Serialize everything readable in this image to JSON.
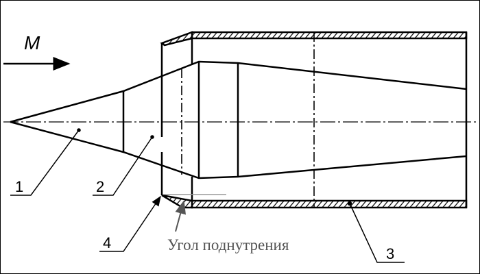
{
  "flow_label": "M",
  "part_labels": {
    "p1": "1",
    "p2": "2",
    "p3": "3",
    "p4": "4"
  },
  "caption": "Угол поднутрения",
  "colors": {
    "line": "#000000",
    "caption": "#555555"
  }
}
